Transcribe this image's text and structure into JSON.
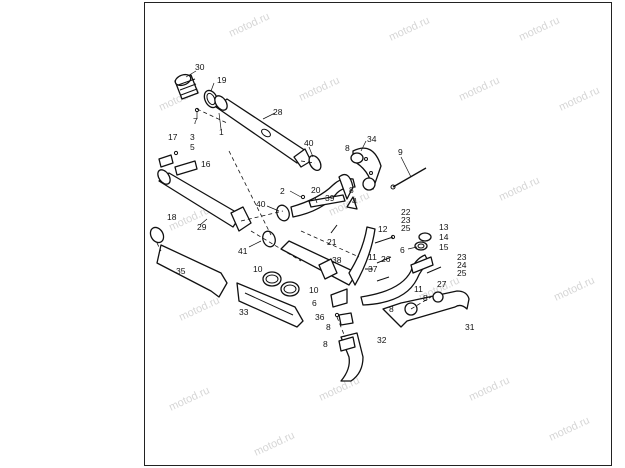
{
  "watermark": "motod.ru",
  "callouts": [
    {
      "id": "30",
      "text": "30"
    },
    {
      "id": "19",
      "text": "19"
    },
    {
      "id": "7",
      "text": "7"
    },
    {
      "id": "1",
      "text": "1"
    },
    {
      "id": "28",
      "text": "28"
    },
    {
      "id": "17",
      "text": "17"
    },
    {
      "id": "3",
      "text": "3"
    },
    {
      "id": "5",
      "text": "5"
    },
    {
      "id": "16",
      "text": "16"
    },
    {
      "id": "40a",
      "text": "40"
    },
    {
      "id": "34",
      "text": "34"
    },
    {
      "id": "8a",
      "text": "8"
    },
    {
      "id": "9",
      "text": "9"
    },
    {
      "id": "8b",
      "text": "8"
    },
    {
      "id": "2",
      "text": "2"
    },
    {
      "id": "20",
      "text": "20"
    },
    {
      "id": "40b",
      "text": "40"
    },
    {
      "id": "39",
      "text": "39"
    },
    {
      "id": "4",
      "text": "4"
    },
    {
      "id": "18",
      "text": "18"
    },
    {
      "id": "29",
      "text": "29"
    },
    {
      "id": "21",
      "text": "21"
    },
    {
      "id": "22",
      "text": "22"
    },
    {
      "id": "23a",
      "text": "23"
    },
    {
      "id": "25a",
      "text": "25"
    },
    {
      "id": "12",
      "text": "12"
    },
    {
      "id": "13",
      "text": "13"
    },
    {
      "id": "14",
      "text": "14"
    },
    {
      "id": "15",
      "text": "15"
    },
    {
      "id": "6a",
      "text": "6"
    },
    {
      "id": "41",
      "text": "41"
    },
    {
      "id": "11a",
      "text": "11"
    },
    {
      "id": "26",
      "text": "26"
    },
    {
      "id": "38",
      "text": "38"
    },
    {
      "id": "23b",
      "text": "23"
    },
    {
      "id": "24",
      "text": "24"
    },
    {
      "id": "25b",
      "text": "25"
    },
    {
      "id": "35",
      "text": "35"
    },
    {
      "id": "10a",
      "text": "10"
    },
    {
      "id": "37",
      "text": "37"
    },
    {
      "id": "10b",
      "text": "10"
    },
    {
      "id": "27",
      "text": "27"
    },
    {
      "id": "11b",
      "text": "11"
    },
    {
      "id": "8c",
      "text": "8"
    },
    {
      "id": "6b",
      "text": "6"
    },
    {
      "id": "8d",
      "text": "8"
    },
    {
      "id": "33",
      "text": "33"
    },
    {
      "id": "36",
      "text": "36"
    },
    {
      "id": "8e",
      "text": "8"
    },
    {
      "id": "31",
      "text": "31"
    },
    {
      "id": "32",
      "text": "32"
    },
    {
      "id": "8f",
      "text": "8"
    }
  ]
}
